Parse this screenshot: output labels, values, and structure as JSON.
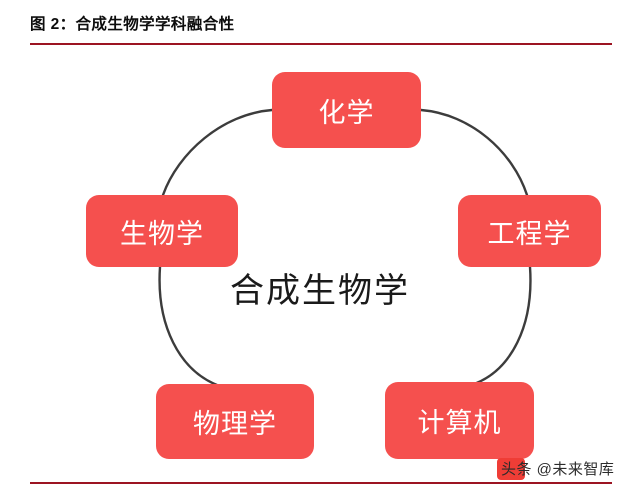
{
  "figure": {
    "title": "图 2：合成生物学学科融合性",
    "rule_color": "#9c1422"
  },
  "diagram": {
    "center_label": "合成生物学",
    "node_fill_color": "#f5504e",
    "node_text_color": "#ffffff",
    "ring_color": "#3c3c3c",
    "nodes": [
      {
        "id": "chemistry",
        "label": "化学",
        "position": "top"
      },
      {
        "id": "biology",
        "label": "生物学",
        "position": "left"
      },
      {
        "id": "engineering",
        "label": "工程学",
        "position": "right"
      },
      {
        "id": "physics",
        "label": "物理学",
        "position": "bottom-left"
      },
      {
        "id": "computer",
        "label": "计算机",
        "position": "bottom-right"
      }
    ]
  },
  "watermark": {
    "text": "头条 @未来智库",
    "logo_color": "#ef3d36"
  }
}
